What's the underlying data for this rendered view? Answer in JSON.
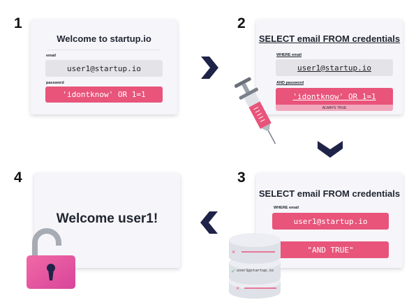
{
  "steps": [
    "1",
    "2",
    "3",
    "4"
  ],
  "card1": {
    "title": "Welcome to startup.io",
    "email_label": "email",
    "email_value": "user1@startup.io",
    "password_label": "password",
    "password_value": "'idontknow' OR 1=1"
  },
  "card2": {
    "title": "SELECT email FROM credentials",
    "where_label": "WHERE email",
    "email_value": "user1@startup.io",
    "and_label": "AND password",
    "password_value": "'idontknow' OR 1=1",
    "always_true": "ALWAYS TRUE"
  },
  "card3": {
    "title": "SELECT email FROM credentials",
    "where_label": "WHERE email",
    "email_value": "user1@startup.io",
    "and_true": "\"AND TRUE\""
  },
  "card4": {
    "title": "Welcome user1!"
  },
  "database": {
    "row_label": "user1@startup.io"
  },
  "colors": {
    "pink": "#e8547a",
    "navy": "#1f2348",
    "grey_field": "#e4e4e8",
    "card_bg": "#f6f6fa"
  }
}
